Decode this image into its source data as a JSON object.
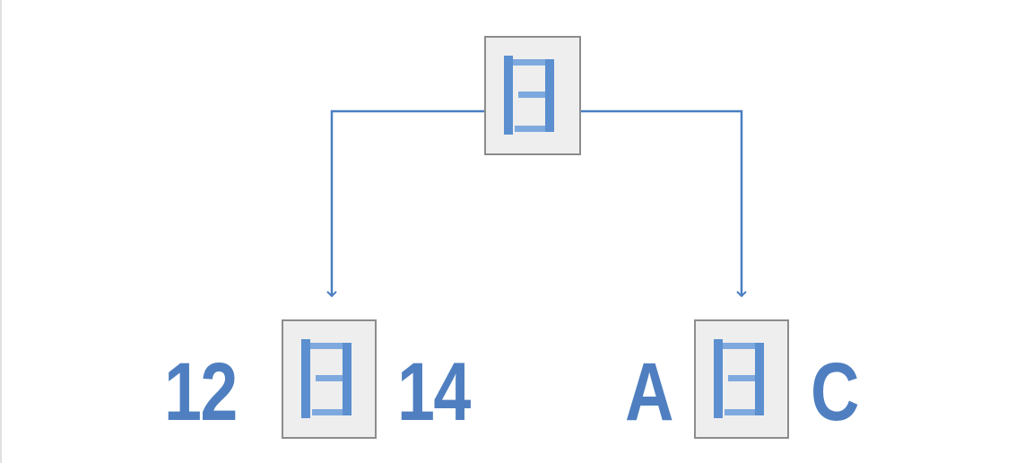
{
  "colors": {
    "accent": "#4f7fc0",
    "line": "#4a7fc1",
    "box_fill": "#eeeeee",
    "box_border": "#8c8c8c"
  },
  "icons": {
    "root": "mirrored-e-icon",
    "left": "mirrored-e-icon",
    "right": "mirrored-e-icon"
  },
  "nodes": {
    "left": {
      "before": "12",
      "after": "14"
    },
    "right": {
      "before": "A",
      "after": "C"
    }
  }
}
